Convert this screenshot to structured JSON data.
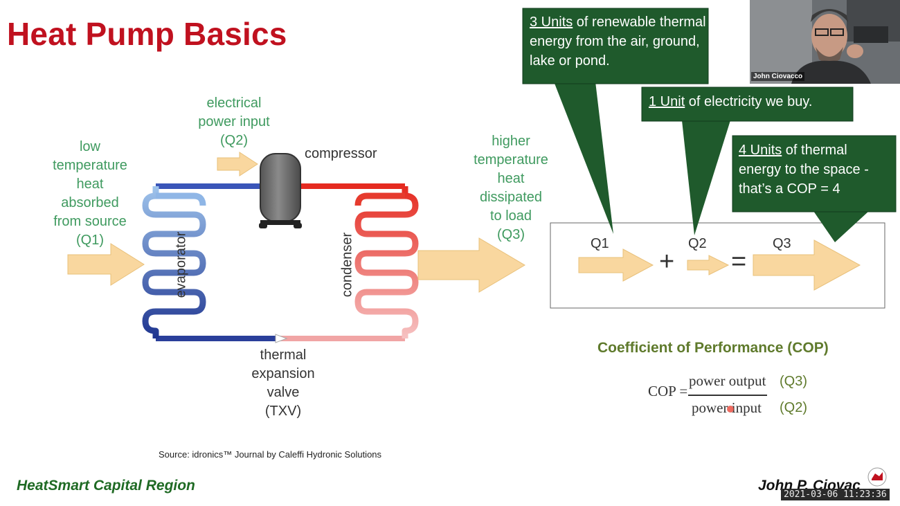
{
  "slide": {
    "title": "Heat Pump Basics",
    "source": "Source: idronics™ Journal by Caleffi Hydronic Solutions",
    "footer_left": "HeatSmart Capital Region",
    "footer_right": "John P. Ciovac",
    "timestamp": "2021-03-06 11:23:36"
  },
  "diagram": {
    "source_heat": [
      "low",
      "temperature",
      "heat",
      "absorbed",
      "from source",
      "(Q1)"
    ],
    "power_input": [
      "electrical",
      "power input",
      "(Q2)"
    ],
    "compressor": "compressor",
    "evaporator": "evaporator",
    "condenser": "condenser",
    "txv": [
      "thermal",
      "expansion",
      "valve",
      "(TXV)"
    ],
    "load_heat": [
      "higher",
      "temperature",
      "heat",
      "dissipated",
      "to load",
      "(Q3)"
    ]
  },
  "callouts": {
    "c1_underlined": "3 Units",
    "c1_rest": " of renewable thermal energy from the air, ground, lake or pond.",
    "c2_underlined": "1 Unit",
    "c2_rest": " of electricity we buy.",
    "c3_underlined": "4 Units",
    "c3_rest": " of thermal energy to the space  - that’s a COP = 4"
  },
  "equation": {
    "q1": "Q1",
    "q2": "Q2",
    "q3": "Q3",
    "plus": "+",
    "equals": "="
  },
  "cop": {
    "title": "Coefficient of Performance (COP)",
    "lhs": "COP =",
    "numerator": "power output",
    "denominator": "power input",
    "num_ref": "(Q3)",
    "den_ref": "(Q2)"
  },
  "video": {
    "name": "John Ciovacco"
  },
  "colors": {
    "title_red": "#c0111f",
    "callout_green": "#1f5a2c",
    "label_green": "#3f9a5f",
    "arrow_fill": "#f9d79f",
    "cold_blue": "#2a3f9a",
    "hot_red": "#e83a2c"
  }
}
